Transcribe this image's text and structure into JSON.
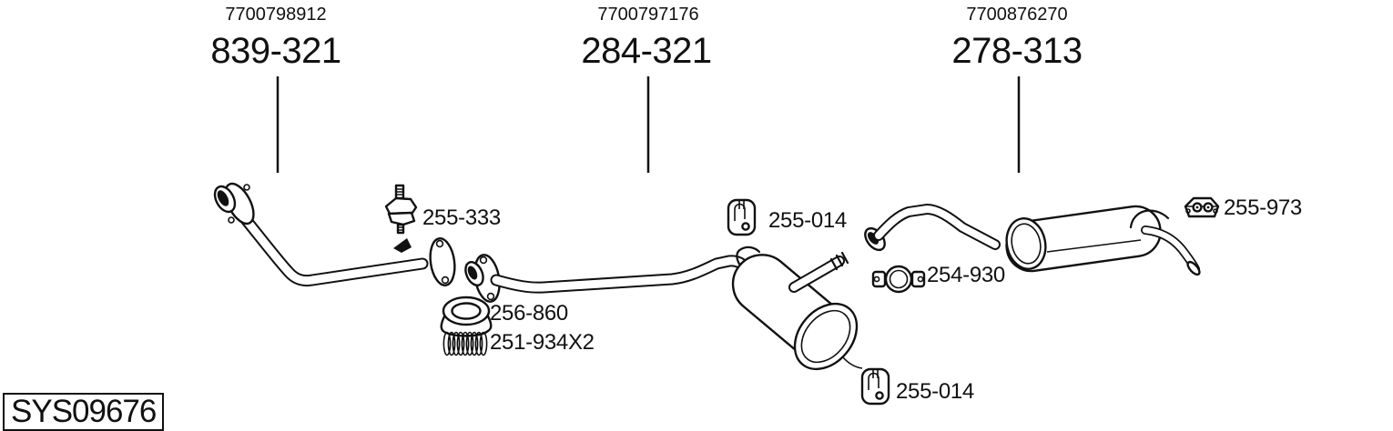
{
  "colors": {
    "background": "#ffffff",
    "ink": "#111111"
  },
  "sections": [
    {
      "oem_number": "7700798912",
      "part_code": "839-321"
    },
    {
      "oem_number": "7700797176",
      "part_code": "284-321"
    },
    {
      "oem_number": "7700876270",
      "part_code": "278-313"
    }
  ],
  "fitting_labels": [
    {
      "code": "255-333",
      "icon": "rubber-mounting-icon"
    },
    {
      "code": "255-014",
      "icon": "rubber-hanger-icon"
    },
    {
      "code": "256-860",
      "icon": "gasket-ring-icon"
    },
    {
      "code": "251-934X2",
      "icon": "coil-spring-icon"
    },
    {
      "code": "254-930",
      "icon": "pipe-clamp-icon"
    },
    {
      "code": "255-014",
      "icon": "rubber-hanger-icon"
    },
    {
      "code": "255-973",
      "icon": "rubber-mounting-icon"
    }
  ],
  "diagram_code": "SYS09676"
}
